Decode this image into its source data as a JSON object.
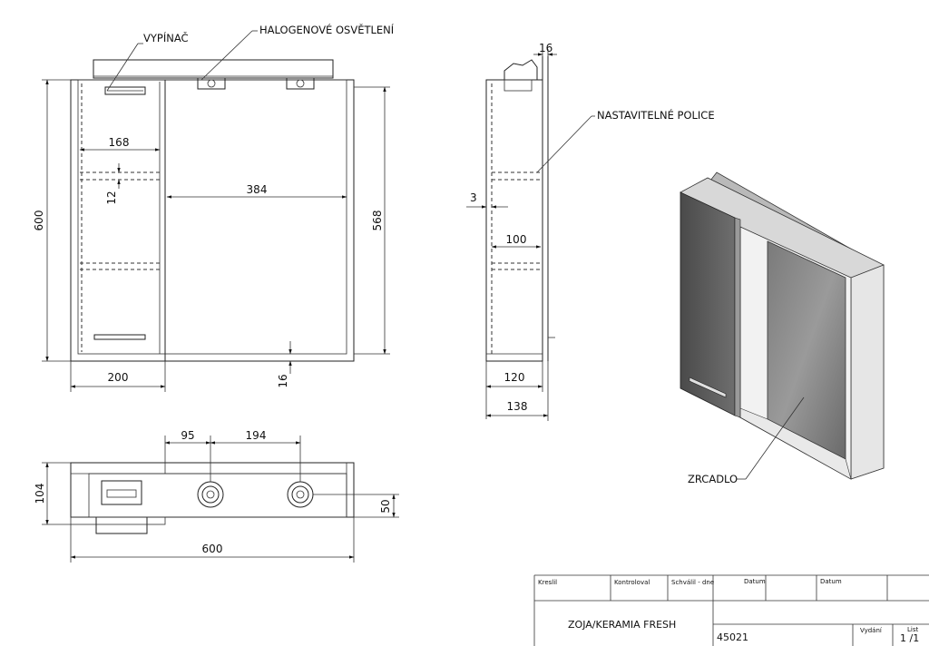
{
  "labels": {
    "switch": "VYPÍNAČ",
    "lighting": "HALOGENOVÉ OSVĚTLENÍ",
    "shelves": "NASTAVITELNÉ POLICE",
    "mirror": "ZRCADLO"
  },
  "front": {
    "height": "600",
    "inner_height": "568",
    "door_width": "200",
    "shelf_inner": "168",
    "shelf_gap": "12",
    "mirror_width": "384",
    "bottom": "16"
  },
  "side": {
    "top": "16",
    "gap": "3",
    "shelf_depth": "100",
    "inner_depth": "120",
    "depth": "138"
  },
  "top_view": {
    "light1": "95",
    "light2": "194",
    "depth": "104",
    "offset": "50",
    "width": "600"
  },
  "title_block": {
    "drawn": "Kreslil",
    "checked": "Kontroloval",
    "approved": "Schválil - dne",
    "date1": "Datum",
    "date2": "Datum",
    "product": "ZOJA/KERAMIA FRESH",
    "number": "45021",
    "issued": "Vydání",
    "sheet_label": "List",
    "sheet": "1 /1"
  }
}
